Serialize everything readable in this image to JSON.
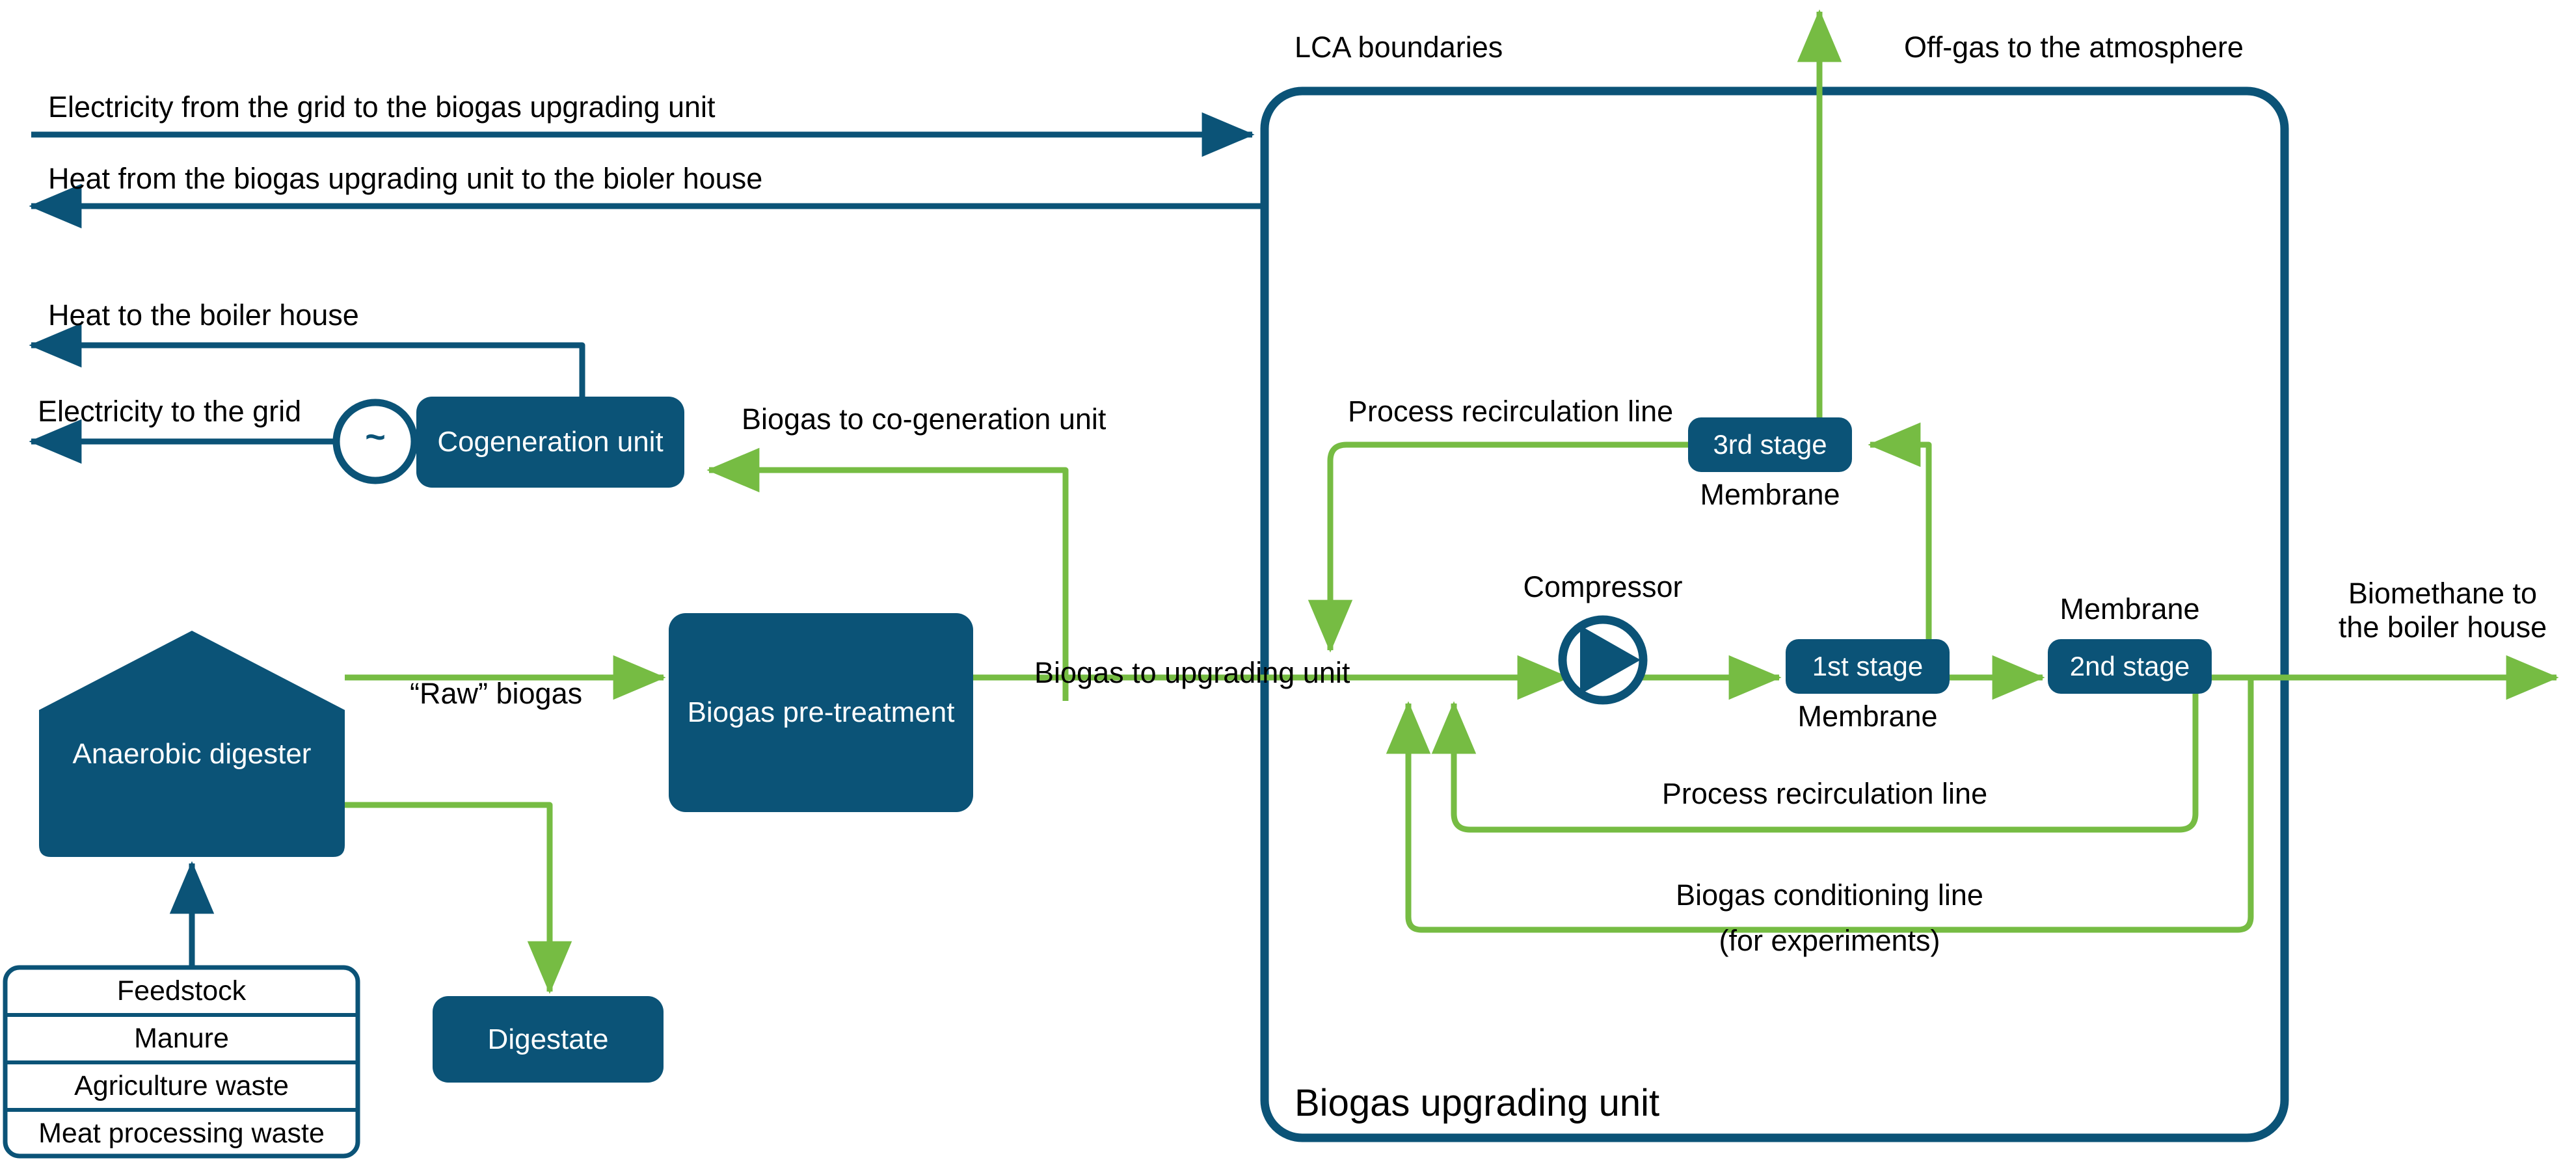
{
  "title": "Biogas plant and membrane upgrading unit process flow diagram",
  "colors": {
    "dark_blue": "#0b5377",
    "green": "#76bc43",
    "white": "#ffffff",
    "black": "#000000"
  },
  "boundary": {
    "lca_label": "LCA boundaries",
    "unit_label": "Biogas upgrading unit"
  },
  "external_flows": {
    "electricity_from_grid": "Electricity from the grid to the biogas upgrading unit",
    "heat_from_upgrading": "Heat from the biogas upgrading unit to the bioler house",
    "heat_to_boiler": "Heat to the boiler house",
    "electricity_to_grid": "Electricity to the grid",
    "offgas": "Off-gas to the atmosphere",
    "biomethane_line1": "Biomethane to",
    "biomethane_line2": "the boiler house"
  },
  "nodes": {
    "anaerobic_digester": "Anaerobic digester",
    "cogeneration_unit": "Cogeneration unit",
    "generator_symbol": "~",
    "biogas_pretreatment": "Biogas pre-treatment",
    "digestate": "Digestate",
    "compressor": "Compressor",
    "stage1": "1st stage",
    "stage1_caption": "Membrane",
    "stage2": "2nd stage",
    "stage2_caption": "Membrane",
    "stage3": "3rd stage",
    "stage3_caption": "Membrane"
  },
  "feedstock": {
    "header": "Feedstock",
    "rows": [
      "Manure",
      "Agriculture waste",
      "Meat processing waste"
    ]
  },
  "flow_labels": {
    "raw_biogas": "“Raw” biogas",
    "biogas_to_cogen": "Biogas to co-generation unit",
    "biogas_to_upgrading": "Biogas to upgrading unit",
    "process_recirc_top": "Process recirculation line",
    "process_recirc_bottom": "Process recirculation line",
    "biogas_conditioning": "Biogas conditioning line",
    "biogas_conditioning_sub": "(for experiments)"
  }
}
